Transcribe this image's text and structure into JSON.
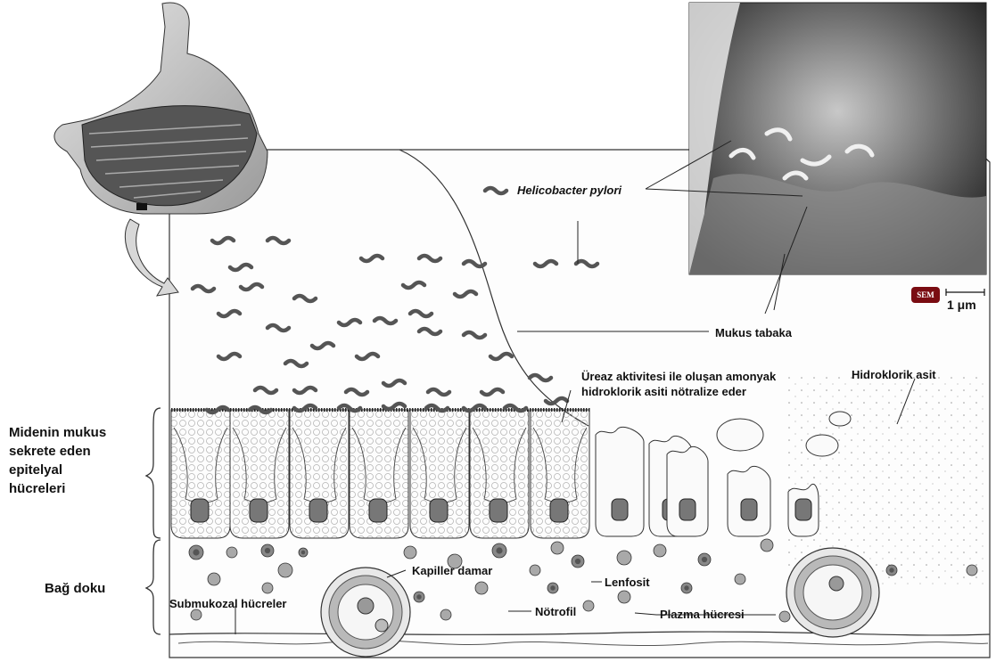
{
  "labels": {
    "helicobacter": "Helicobacter pylori",
    "mukus": "Mukus tabaka",
    "ureaz_line1": "Üreaz aktivitesi ile oluşan amonyak",
    "ureaz_line2": "hidroklorik asiti nötralize eder",
    "hidroklorik": "Hidroklorik asit",
    "epitel_line1": "Midenin mukus",
    "epitel_line2": "sekrete eden",
    "epitel_line3": "epitelyal",
    "epitel_line4": "hücreleri",
    "bag_doku": "Bağ doku",
    "kapiller": "Kapiller damar",
    "lenfosit": "Lenfosit",
    "submukozal": "Submukozal hücreler",
    "notrofil": "Nötrofil",
    "plazma": "Plazma hücresi",
    "sem_badge": "SEM",
    "scale": "1 μm"
  }
}
